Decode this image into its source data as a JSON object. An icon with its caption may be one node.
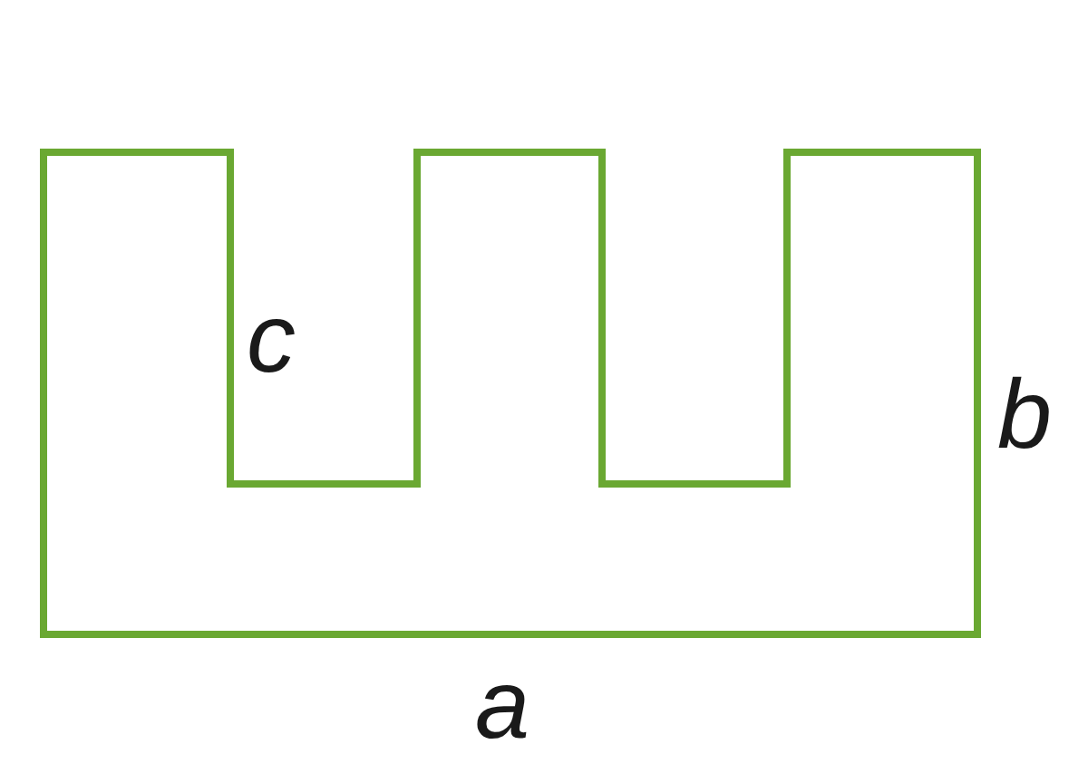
{
  "diagram": {
    "labels": [
      "c",
      "b",
      "a"
    ]
  }
}
